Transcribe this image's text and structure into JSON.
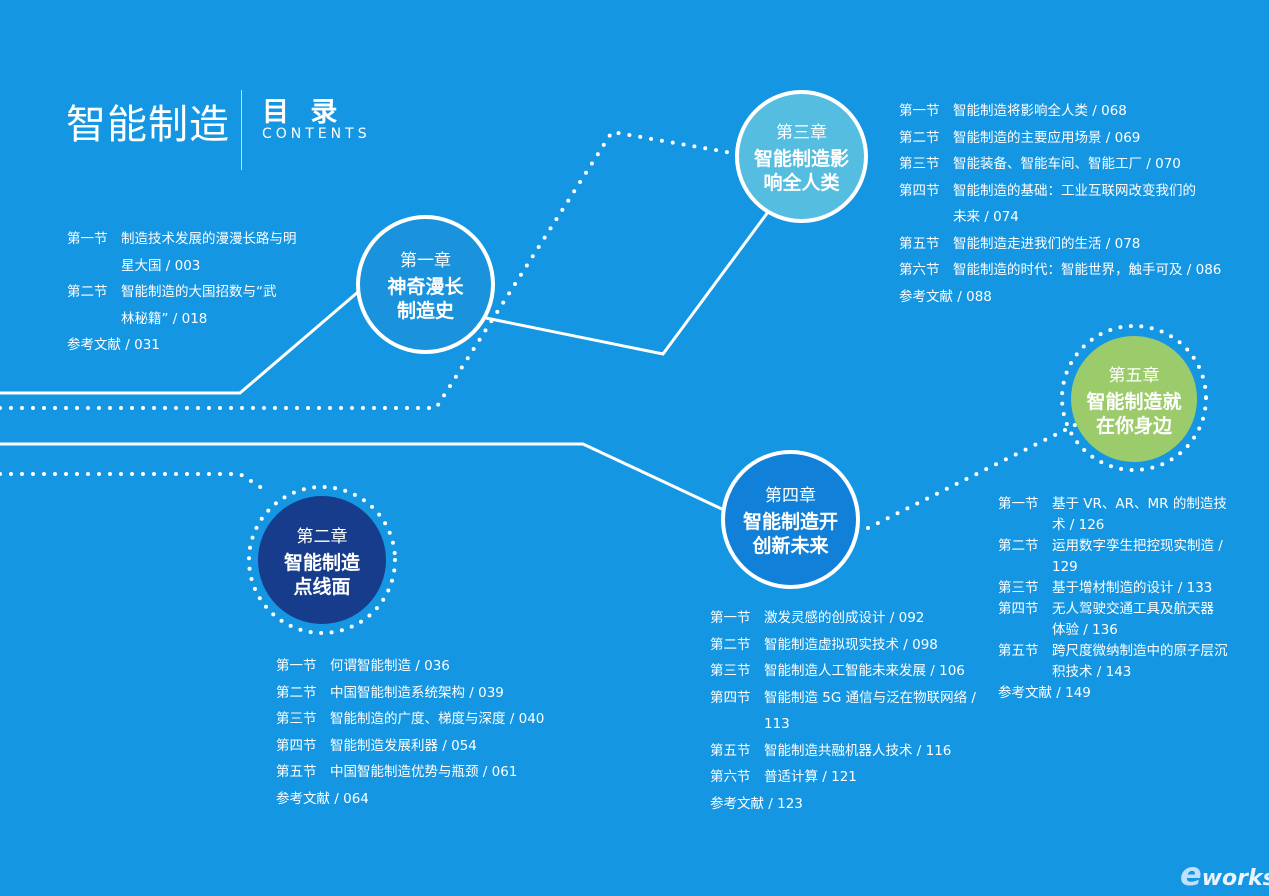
{
  "header": {
    "logo_text": "智能制造",
    "title_cn": "目 录",
    "title_en": "CONTENTS"
  },
  "colors": {
    "background": "#1496e3",
    "chapter1": "#1a93dc",
    "chapter2": "#173c8c",
    "chapter3": "#55bde0",
    "chapter4": "#1180d8",
    "chapter5": "#9ccb6b"
  },
  "chapters": [
    {
      "num": "第一章",
      "title": "神奇漫长\n制造史",
      "sections": [
        {
          "sec": "第一节",
          "lines": [
            "制造技术发展的漫漫长路与明",
            "星大国 / 003"
          ]
        },
        {
          "sec": "第二节",
          "lines": [
            "智能制造的大国招数与“武",
            "林秘籍” / 018"
          ]
        }
      ],
      "refs": "参考文献 / 031"
    },
    {
      "num": "第二章",
      "title": "智能制造\n点线面",
      "sections": [
        {
          "sec": "第一节",
          "lines": [
            "何谓智能制造 / 036"
          ]
        },
        {
          "sec": "第二节",
          "lines": [
            "中国智能制造系统架构 / 039"
          ]
        },
        {
          "sec": "第三节",
          "lines": [
            "智能制造的广度、梯度与深度 / 040"
          ]
        },
        {
          "sec": "第四节",
          "lines": [
            "智能制造发展利器 / 054"
          ]
        },
        {
          "sec": "第五节",
          "lines": [
            "中国智能制造优势与瓶颈 / 061"
          ]
        }
      ],
      "refs": "参考文献 / 064"
    },
    {
      "num": "第三章",
      "title": "智能制造影\n响全人类",
      "sections": [
        {
          "sec": "第一节",
          "lines": [
            "智能制造将影响全人类 / 068"
          ]
        },
        {
          "sec": "第二节",
          "lines": [
            "智能制造的主要应用场景 / 069"
          ]
        },
        {
          "sec": "第三节",
          "lines": [
            "智能装备、智能车间、智能工厂 / 070"
          ]
        },
        {
          "sec": "第四节",
          "lines": [
            "智能制造的基础：工业互联网改变我们的",
            "未来 / 074"
          ]
        },
        {
          "sec": "第五节",
          "lines": [
            "智能制造走进我们的生活 / 078"
          ]
        },
        {
          "sec": "第六节",
          "lines": [
            "智能制造的时代：智能世界，触手可及 / 086"
          ]
        }
      ],
      "refs": "参考文献 / 088"
    },
    {
      "num": "第四章",
      "title": "智能制造开\n创新未来",
      "sections": [
        {
          "sec": "第一节",
          "lines": [
            "激发灵感的创成设计 / 092"
          ]
        },
        {
          "sec": "第二节",
          "lines": [
            "智能制造虚拟现实技术 / 098"
          ]
        },
        {
          "sec": "第三节",
          "lines": [
            "智能制造人工智能未来发展 / 106"
          ]
        },
        {
          "sec": "第四节",
          "lines": [
            "智能制造 5G 通信与泛在物联网络 /",
            "113"
          ]
        },
        {
          "sec": "第五节",
          "lines": [
            "智能制造共融机器人技术 / 116"
          ]
        },
        {
          "sec": "第六节",
          "lines": [
            "普适计算 / 121"
          ]
        }
      ],
      "refs": "参考文献 / 123"
    },
    {
      "num": "第五章",
      "title": "智能制造就\n在你身边",
      "sections": [
        {
          "sec": "第一节",
          "lines": [
            "基于 VR、AR、MR 的制造技",
            "术 / 126"
          ]
        },
        {
          "sec": "第二节",
          "lines": [
            "运用数字孪生把控现实制造 /",
            "129"
          ]
        },
        {
          "sec": "第三节",
          "lines": [
            "基于增材制造的设计 / 133"
          ]
        },
        {
          "sec": "第四节",
          "lines": [
            "无人驾驶交通工具及航天器",
            "体验 / 136"
          ]
        },
        {
          "sec": "第五节",
          "lines": [
            "跨尺度微纳制造中的原子层沉",
            "积技术 / 143"
          ]
        }
      ],
      "refs": "参考文献 / 149"
    }
  ],
  "brand": {
    "e": "e",
    "rest": "works"
  }
}
